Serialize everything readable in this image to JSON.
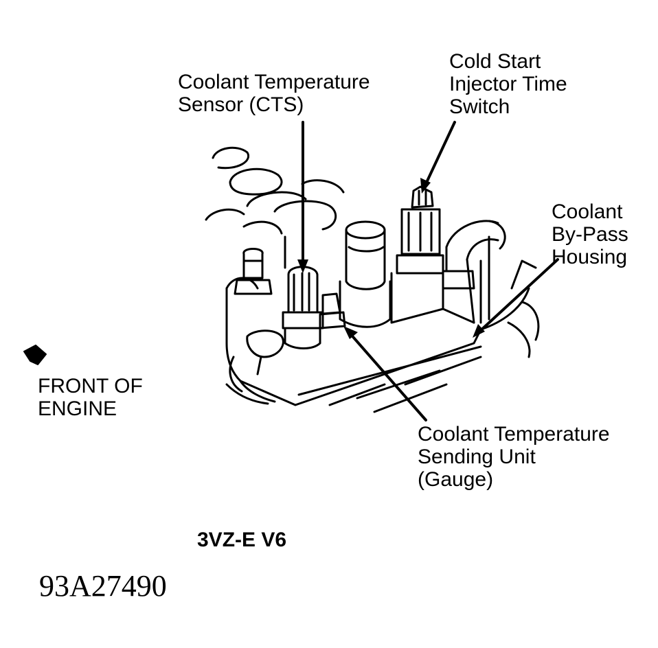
{
  "labels": {
    "cts": [
      "Coolant Temperature",
      "Sensor (CTS)"
    ],
    "cold_start": [
      "Cold Start",
      "Injector Time",
      "Switch"
    ],
    "bypass": [
      "Coolant",
      "By-Pass",
      "Housing"
    ],
    "front": [
      "FRONT OF",
      "ENGINE"
    ],
    "sending_unit": [
      "Coolant Temperature",
      "Sending Unit",
      "(Gauge)"
    ]
  },
  "engine_title": "3VZ-E V6",
  "figure_code": "93A27490",
  "colors": {
    "ink": "#000000",
    "paper": "#ffffff"
  },
  "icons": {
    "front_direction": "arrowhead-left-icon"
  }
}
